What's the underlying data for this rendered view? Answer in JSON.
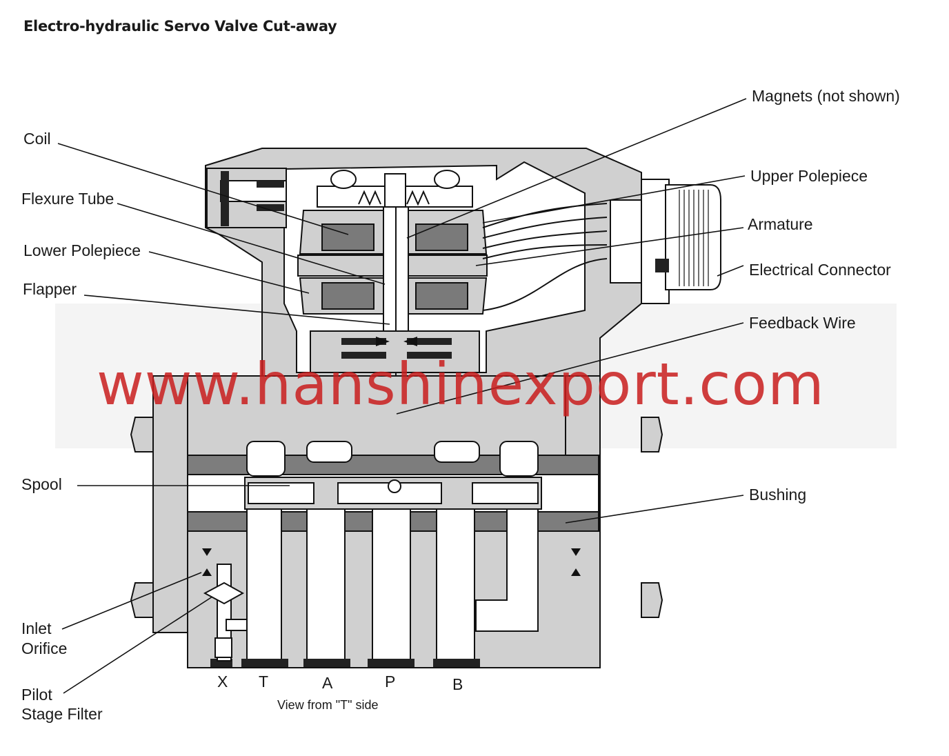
{
  "title": "Electro-hydraulic Servo Valve Cut-away",
  "labels": {
    "magnets": "Magnets (not shown)",
    "coil": "Coil",
    "upper_polepiece": "Upper Polepiece",
    "flexure_tube": "Flexure Tube",
    "armature": "Armature",
    "lower_polepiece": "Lower Polepiece",
    "electrical_connector": "Electrical Connector",
    "flapper": "Flapper",
    "feedback_wire": "Feedback Wire",
    "spool": "Spool",
    "bushing": "Bushing",
    "inlet_orifice_line1": "Inlet",
    "inlet_orifice_line2": "Orifice",
    "pilot_filter_line1": "Pilot",
    "pilot_filter_line2": "Stage Filter"
  },
  "ports": {
    "x": "X",
    "t": "T",
    "a": "A",
    "p": "P",
    "b": "B"
  },
  "view_note": "View from \"T\" side",
  "watermark": "www.hanshinexport.com",
  "colors": {
    "body": "#cfcfcf",
    "dark": "#7d7d7d",
    "line": "#111111",
    "watermark": "#c81e1e"
  }
}
